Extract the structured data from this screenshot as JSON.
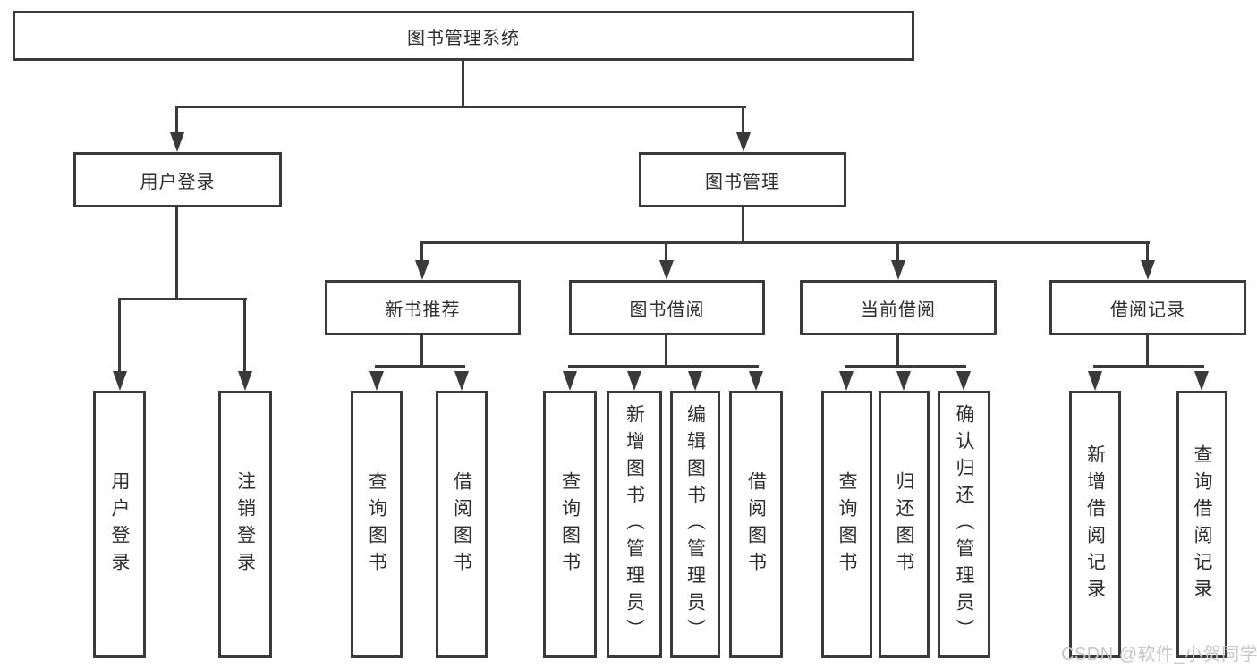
{
  "diagram": {
    "root": {
      "label": "图书管理系统"
    },
    "level1": [
      {
        "label": "用户登录"
      },
      {
        "label": "图书管理"
      }
    ],
    "level2": [
      {
        "label": "新书推荐"
      },
      {
        "label": "图书借阅"
      },
      {
        "label": "当前借阅"
      },
      {
        "label": "借阅记录"
      }
    ],
    "leaves": [
      {
        "label": "用户登录"
      },
      {
        "label": "注销登录"
      },
      {
        "label": "查询图书"
      },
      {
        "label": "借阅图书"
      },
      {
        "label": "查询图书"
      },
      {
        "label": "新增图书（管理员）"
      },
      {
        "label": "编辑图书（管理员）"
      },
      {
        "label": "借阅图书"
      },
      {
        "label": "查询图书"
      },
      {
        "label": "归还图书"
      },
      {
        "label": "确认归还（管理员）"
      },
      {
        "label": "新增借阅记录"
      },
      {
        "label": "查询借阅记录"
      }
    ]
  },
  "watermark": {
    "text": "CSDN @软件_小贺同学"
  },
  "colors": {
    "line": "#3a3a3a",
    "text": "#2e2e2e",
    "background": "#ffffff",
    "watermark": "#c6c6c6"
  }
}
